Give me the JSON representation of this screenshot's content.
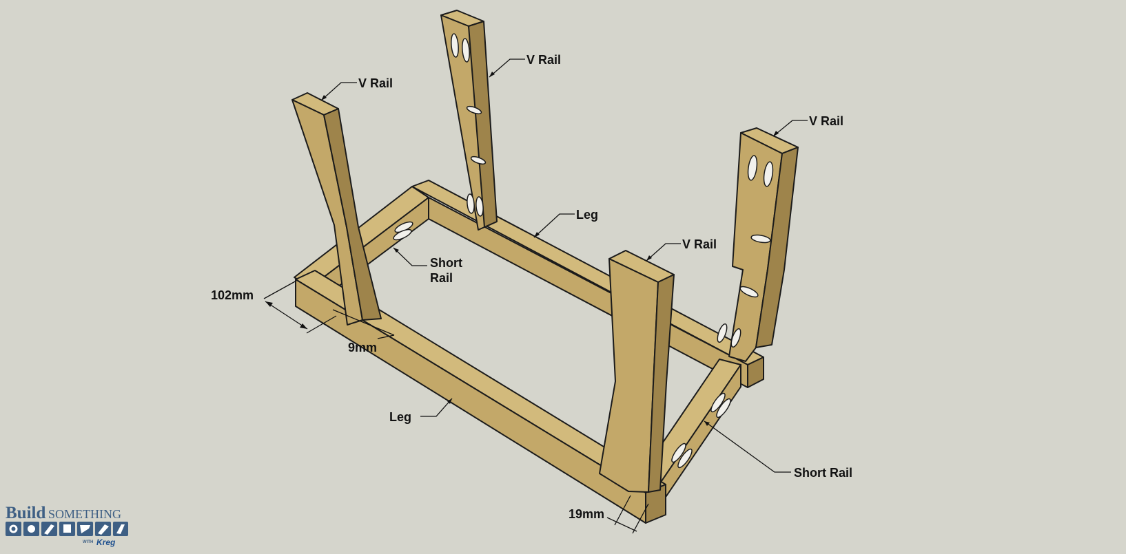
{
  "diagram": {
    "labels": {
      "v_rail_left": "V Rail",
      "v_rail_back": "V Rail",
      "v_rail_right_back": "V Rail",
      "v_rail_front": "V Rail",
      "leg_back": "Leg",
      "leg_front": "Leg",
      "short_rail_left_line1": "Short",
      "short_rail_left_line2": "Rail",
      "short_rail_right": "Short Rail"
    },
    "dimensions": {
      "width": "102mm",
      "depth": "9mm",
      "thickness": "19mm"
    }
  },
  "logo": {
    "build": "Build",
    "something": "SOMETHING",
    "with": "WITH",
    "brand": "Kreg"
  },
  "colors": {
    "background": "#d5d5cc",
    "wood_top": "#d2ba7c",
    "wood_side": "#c3a869",
    "logo_blue": "#3e5f84"
  }
}
